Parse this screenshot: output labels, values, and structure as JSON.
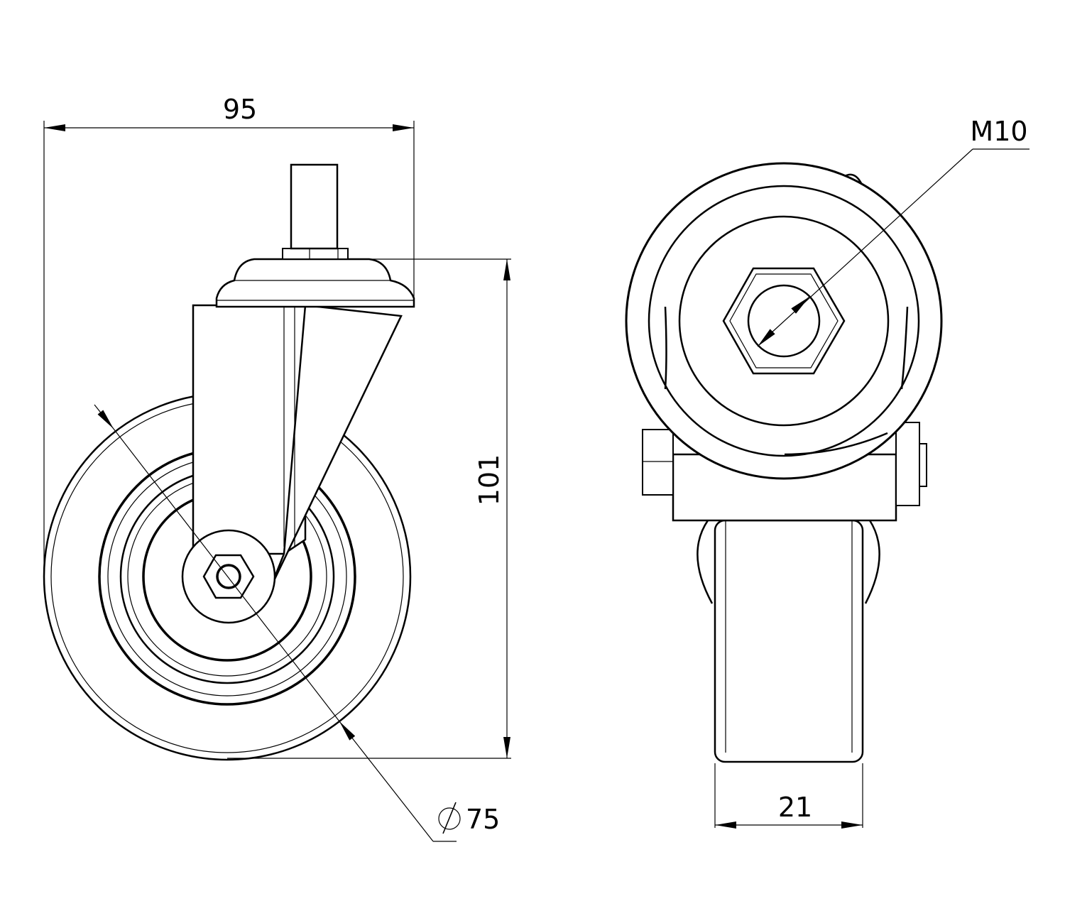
{
  "title": "Swivel castor technical drawing",
  "dimensions": {
    "overall_width": "95",
    "overall_height": "101",
    "wheel_diameter": "75",
    "wheel_diameter_symbol": "diameter",
    "wheel_width": "21",
    "thread": "M10"
  },
  "colors": {
    "line": "#000000",
    "background": "#ffffff"
  }
}
